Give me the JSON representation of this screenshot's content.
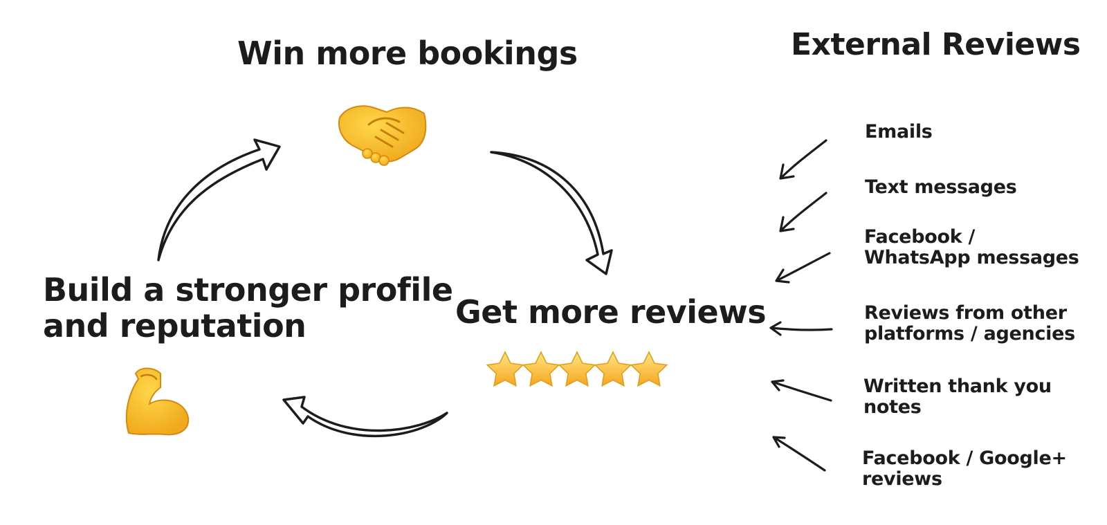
{
  "cycle": {
    "top_label": "Win more bookings",
    "right_label": "Get more reviews",
    "left_label_line1": "Build a stronger profile",
    "left_label_line2": "and reputation",
    "top_icon": "handshake-icon",
    "right_icon": "five-stars-icon",
    "left_icon": "flexed-biceps-icon"
  },
  "external": {
    "heading": "External Reviews",
    "sources": [
      {
        "line1": "Emails",
        "line2": ""
      },
      {
        "line1": "Text messages",
        "line2": ""
      },
      {
        "line1": "Facebook /",
        "line2": "WhatsApp messages"
      },
      {
        "line1": "Reviews from other",
        "line2": "platforms / agencies"
      },
      {
        "line1": "Written thank you",
        "line2": "notes"
      },
      {
        "line1": "Facebook / Google+",
        "line2": "reviews"
      }
    ]
  },
  "colors": {
    "ink": "#1c1c1c",
    "emoji_yellow": "#f7c325",
    "emoji_shadow": "#e39c12"
  }
}
